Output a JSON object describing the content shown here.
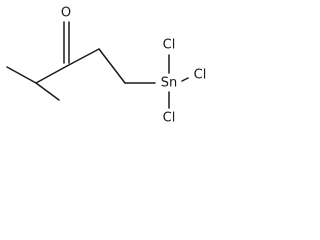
{
  "molecule": {
    "atoms": {
      "oxygen": "O",
      "tin": "Sn",
      "chlorine_top": "Cl",
      "chlorine_right": "Cl",
      "chlorine_bottom": "Cl"
    }
  }
}
